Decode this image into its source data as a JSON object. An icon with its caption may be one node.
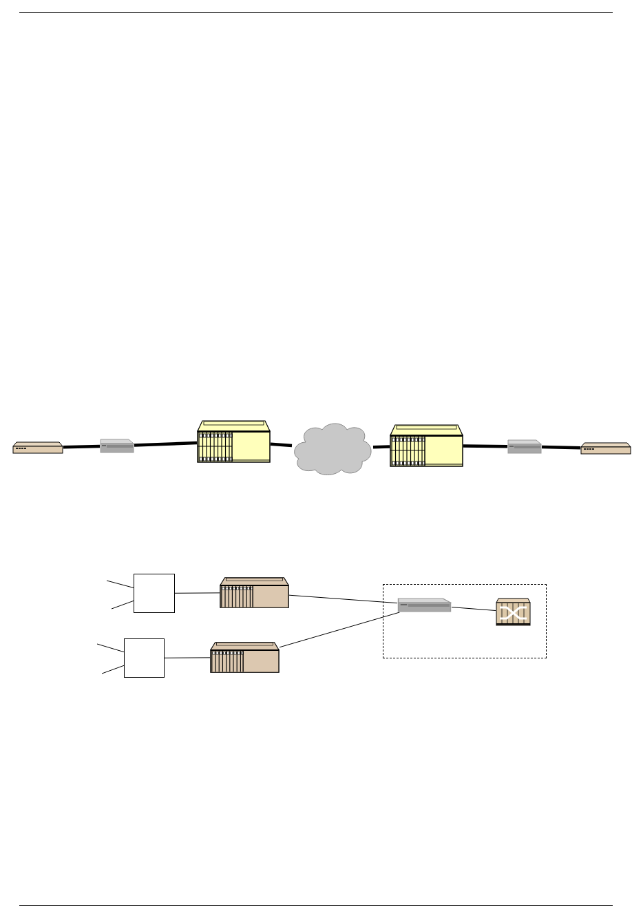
{
  "diagram": {
    "nodes": [
      {
        "text": [],
        "shape": "picture"
      },
      {
        "text": [],
        "shape": "picture"
      },
      {
        "text": [],
        "shape": "picture"
      },
      {
        "text": [],
        "shape": "cloud"
      },
      {
        "text": [],
        "shape": "picture"
      },
      {
        "text": [],
        "shape": "picture"
      },
      {
        "text": [],
        "shape": "picture"
      },
      {
        "text": [],
        "shape": "box"
      },
      {
        "text": [],
        "shape": "picture"
      },
      {
        "text": [],
        "shape": "box"
      },
      {
        "text": [],
        "shape": "picture"
      },
      {
        "text": [],
        "shape": "box"
      },
      {
        "text": [],
        "shape": "picture",
        "in": 11
      },
      {
        "text": [],
        "shape": "picture",
        "in": 11
      }
    ],
    "edges": [
      {
        "from": 0,
        "to": 1,
        "arrow": "none",
        "style": "thick"
      },
      {
        "from": 1,
        "to": 2,
        "arrow": "none",
        "style": "thick"
      },
      {
        "from": 2,
        "to": 3,
        "arrow": "none",
        "style": "thick"
      },
      {
        "from": 3,
        "to": 4,
        "arrow": "none",
        "style": "thick"
      },
      {
        "from": 4,
        "to": 5,
        "arrow": "none",
        "style": "thick"
      },
      {
        "from": 5,
        "to": 6,
        "arrow": "none",
        "style": "thick"
      },
      {
        "from": null,
        "to": 7,
        "arrow": "none"
      },
      {
        "from": null,
        "to": 7,
        "arrow": "none"
      },
      {
        "from": 7,
        "to": 8,
        "arrow": "none"
      },
      {
        "from": null,
        "to": 9,
        "arrow": "none"
      },
      {
        "from": null,
        "to": 9,
        "arrow": "none"
      },
      {
        "from": 9,
        "to": 10,
        "arrow": "none"
      },
      {
        "from": 8,
        "to": 12,
        "arrow": "none"
      },
      {
        "from": 10,
        "to": 12,
        "arrow": "none"
      },
      {
        "from": 12,
        "to": 13,
        "arrow": "none"
      }
    ]
  }
}
